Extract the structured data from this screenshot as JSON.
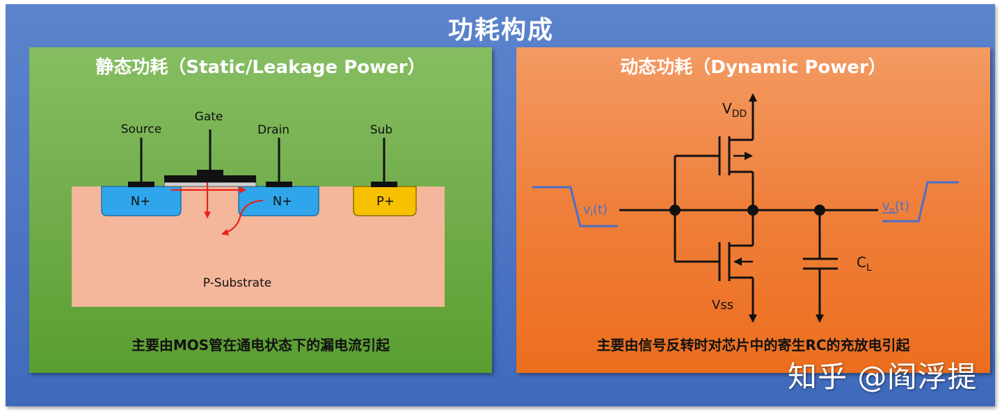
{
  "title": "功耗构成",
  "left_panel": {
    "title": "静态功耗（Static/Leakage Power）",
    "labels": {
      "source": "Source",
      "gate": "Gate",
      "drain": "Drain",
      "sub": "Sub",
      "n_plus_left": "N+",
      "n_plus_right": "N+",
      "p_plus": "P+",
      "substrate": "P-Substrate"
    },
    "caption": "主要由MOS管在通电状态下的漏电流引起"
  },
  "right_panel": {
    "title": "动态功耗（Dynamic Power）",
    "labels": {
      "vdd_main": "V",
      "vdd_sub": "DD",
      "vss": "Vss",
      "cl_main": "C",
      "cl_sub": "L",
      "vi_main": "v",
      "vi_sub": "i",
      "vi_tail": "(t)",
      "vo_main": "v",
      "vo_sub": "o",
      "vo_tail": "(t)"
    },
    "caption": "主要由信号反转时对芯片中的寄生RC的充放电引起"
  },
  "watermark": "知乎 @阎浮提",
  "colors": {
    "background": "#4f79c6",
    "left_panel": "#71ad4b",
    "right_panel": "#ef7f3a",
    "n_diffusion": "#2fa6ec",
    "p_diffusion": "#f7c000",
    "substrate": "#f5b79b",
    "leakage_arrow": "#e8201a",
    "signal_wave": "#4a6fc9"
  }
}
